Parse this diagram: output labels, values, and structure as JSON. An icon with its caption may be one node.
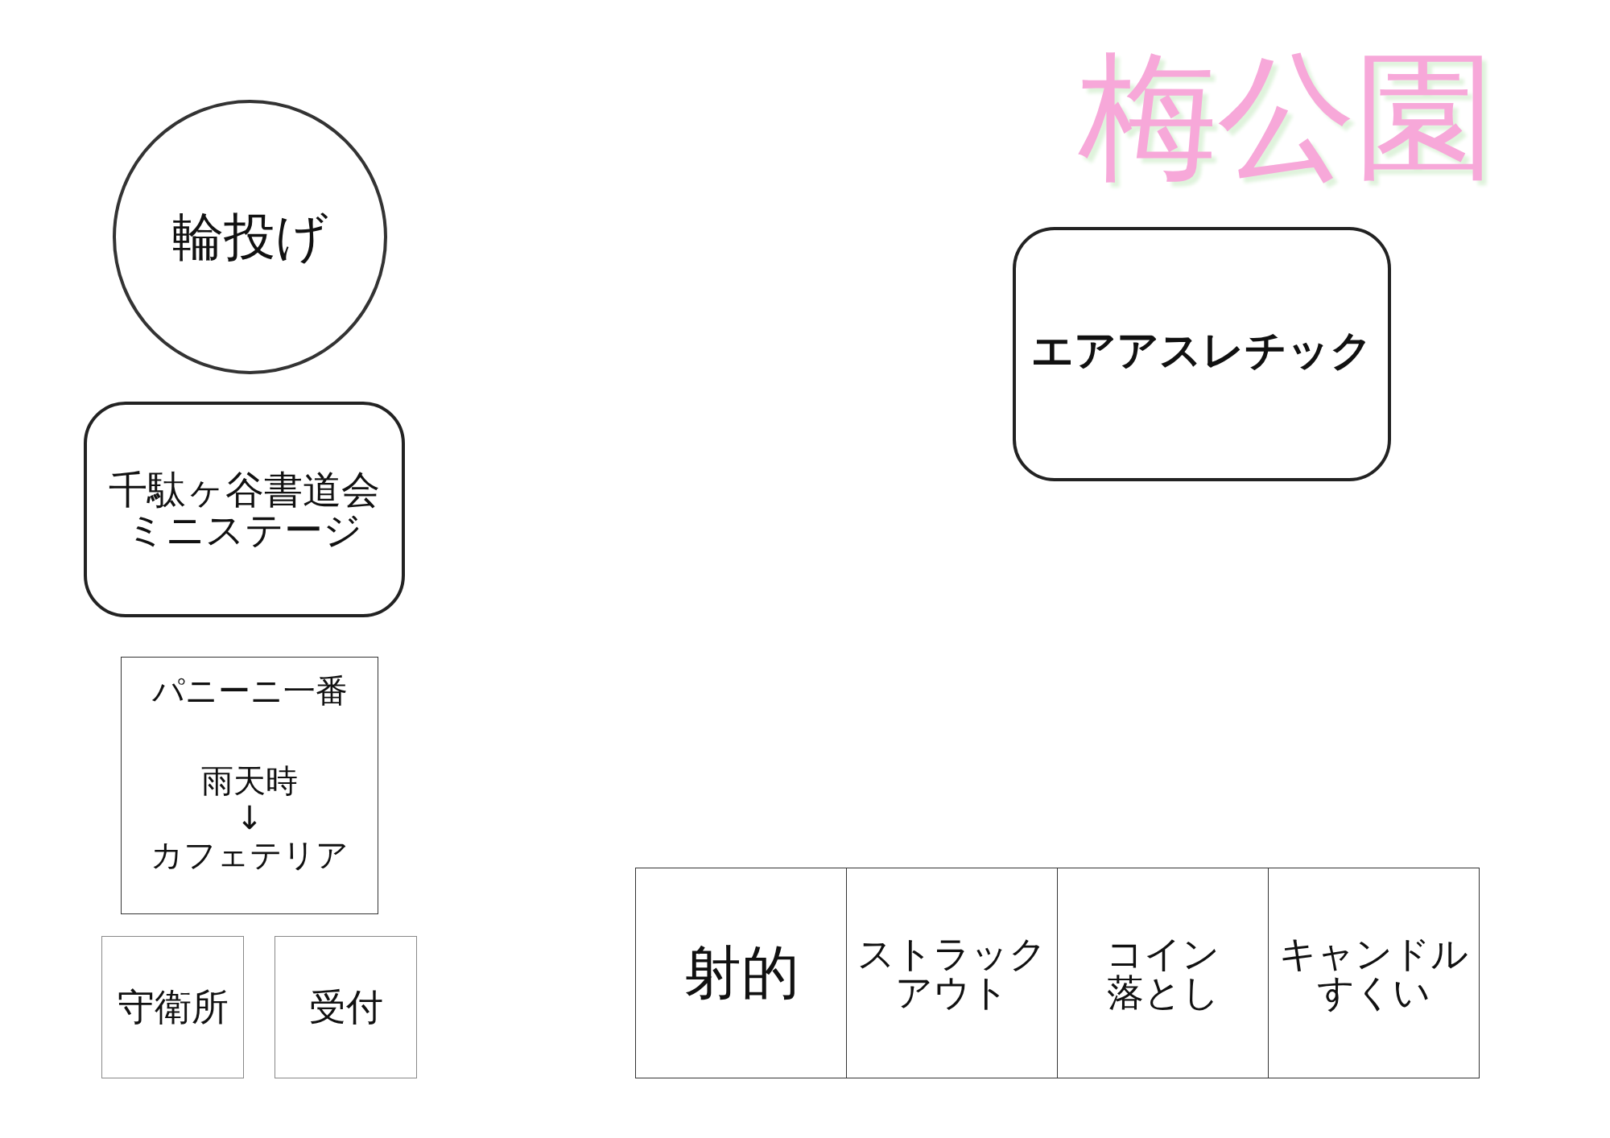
{
  "diagram": {
    "title": "梅公園",
    "nodes": [
      {
        "text": [
          "輪投げ"
        ]
      },
      {
        "text": [
          "千駄ヶ谷書道会",
          "ミニステージ"
        ]
      },
      {
        "text": [
          "パニーニ一番",
          "雨天時",
          "↓",
          "カフェテリア"
        ]
      },
      {
        "text": [
          "守衛所"
        ]
      },
      {
        "text": [
          "受付"
        ]
      },
      {
        "text": [
          "エアアスレチック"
        ]
      },
      {
        "text": [
          "射的"
        ]
      },
      {
        "text": [
          "ストラックアウト"
        ]
      },
      {
        "text": [
          "コイン",
          "落とし"
        ]
      },
      {
        "text": [
          "キャンドルすくい"
        ]
      }
    ]
  }
}
